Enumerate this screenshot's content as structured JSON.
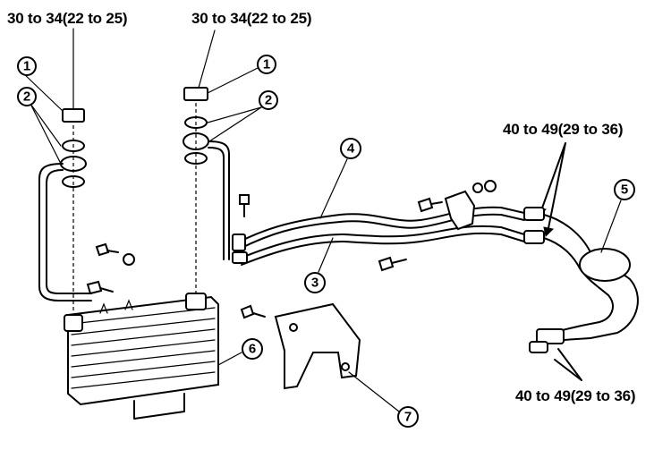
{
  "torque_specs": {
    "top_left": "30 to 34(22 to 25)",
    "top_center": "30 to 34(22 to 25)",
    "right_upper": "40 to 49(29 to 36)",
    "right_lower": "40 to 49(29 to 36)"
  },
  "callouts": {
    "c1a": "1",
    "c2a": "2",
    "c1b": "1",
    "c2b": "2",
    "c3": "3",
    "c4": "4",
    "c5": "5",
    "c6": "6",
    "c7": "7"
  }
}
